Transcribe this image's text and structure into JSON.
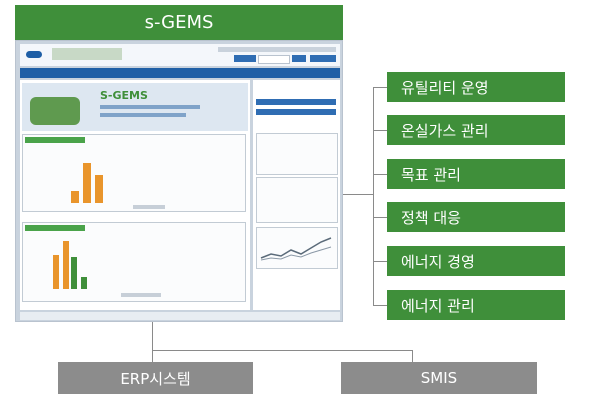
{
  "title": "s-GEMS",
  "features": [
    "유틸리티 운영",
    "온실가스 관리",
    "목표 관리",
    "정책 대응",
    "에너지 경영",
    "에너지 관리"
  ],
  "bottom": [
    "ERP시스템",
    "SMIS"
  ],
  "screenshot": {
    "logo_text": "S-GEMS",
    "colors": {
      "accent_green": "#3f8f3a",
      "nav_blue": "#1f5fa6",
      "bar_orange": "#e9952c"
    }
  }
}
